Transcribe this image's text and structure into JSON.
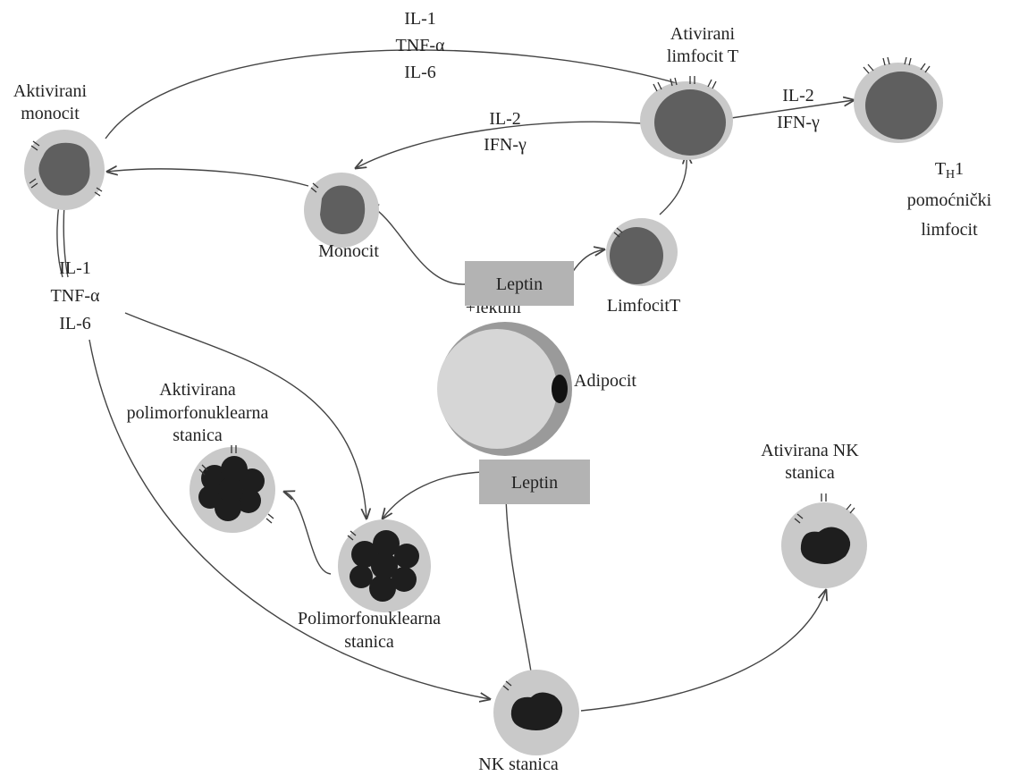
{
  "colors": {
    "cell_outer": "#c9c9c9",
    "nucleus_dark": "#5f5f5f",
    "nucleus_black": "#1e1e1e",
    "adipocyte_inner": "#d6d6d6",
    "adipocyte_ring": "#9a9a9a",
    "leptin_box": "#b3b3b3",
    "arrow": "#444444"
  },
  "labels": {
    "activated_monocyte": [
      "Aktivirani",
      "monocit"
    ],
    "cytokines_top": [
      "IL-1",
      "TNF-α",
      "IL-6"
    ],
    "activated_t": [
      "Ativirani",
      "limfocit T"
    ],
    "il2_ifn_right": [
      "IL-2",
      "IFN-γ"
    ],
    "il2_ifn_left": [
      "IL-2",
      "IFN-γ"
    ],
    "th1_prefix": "T",
    "th1_sub": "H",
    "th1_suffix": "1",
    "th1_rest": [
      "pomoćnički",
      "limfocit"
    ],
    "monocyte": "Monocit",
    "lymphocyte_t": "LimfocitT",
    "leptin_top": "Leptin",
    "leptin_top_under": "+lektini",
    "cytokines_left": [
      "IL-1",
      "TNF-α",
      "IL-6"
    ],
    "adipocyte": "Adipocit",
    "activated_pmn": [
      "Aktivirana",
      "polimorfonuklearna",
      "stanica"
    ],
    "leptin_bottom": "Leptin",
    "activated_nk": [
      "Ativirana NK",
      "stanica"
    ],
    "pmn": [
      "Polimorfonuklearna",
      "stanica"
    ],
    "nk": "NK stanica"
  }
}
